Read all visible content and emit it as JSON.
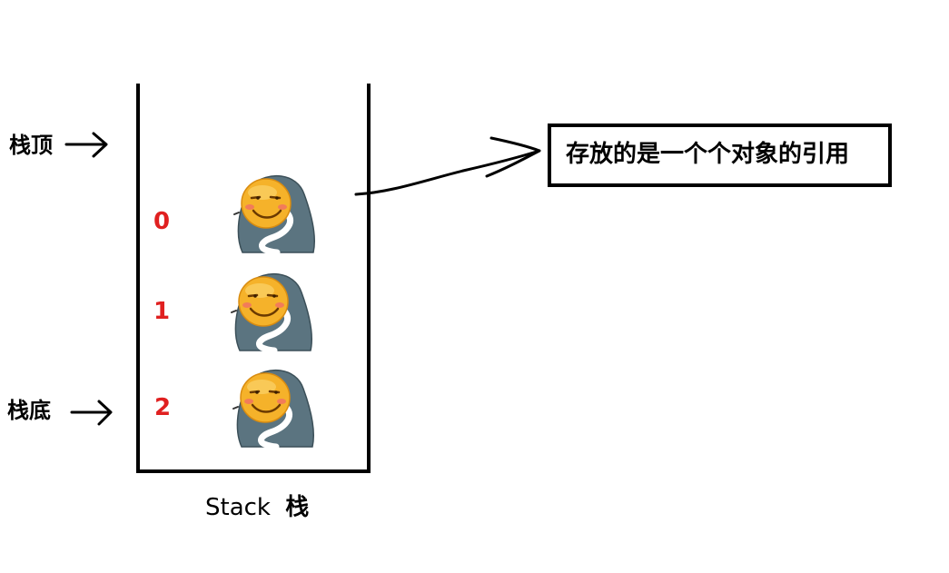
{
  "labels": {
    "top": "栈顶",
    "bottom": "栈底"
  },
  "caption": {
    "en": "Stack",
    "zh": "栈"
  },
  "note": "存放的是一个个对象的引用",
  "slots": [
    {
      "index": "0",
      "icon": "emoji-blanket-icon"
    },
    {
      "index": "1",
      "icon": "emoji-blanket-icon"
    },
    {
      "index": "2",
      "icon": "emoji-blanket-icon"
    }
  ],
  "colors": {
    "index_text": "#e02020",
    "stroke": "#000000",
    "face": "#f5b22a",
    "blanket": "#5b7480"
  }
}
